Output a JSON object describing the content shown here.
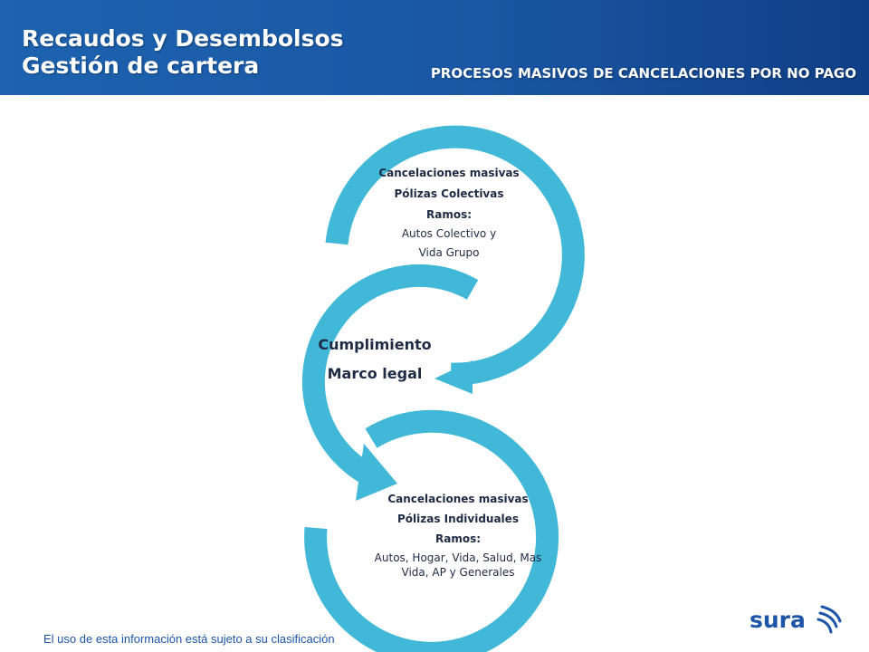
{
  "header": {
    "title_line1": "Recaudos y Desembolsos",
    "title_line2": "Gestión de cartera",
    "subtitle": "PROCESOS MASIVOS DE CANCELACIONES POR NO PAGO"
  },
  "diagram": {
    "top_block": {
      "line1": "Cancelaciones masivas",
      "line2": "Pólizas Colectivas",
      "line3": "Ramos:",
      "line4": "Autos Colectivo y",
      "line5": "Vida Grupo"
    },
    "middle_block": {
      "line1": "Cumplimiento",
      "line2": "Marco legal"
    },
    "bottom_block": {
      "line1": "Cancelaciones masivas",
      "line2": "Pólizas Individuales",
      "line3": "Ramos:",
      "line4": "Autos, Hogar,  Vida, Salud, Mas",
      "line5": "Vida, AP y Generales"
    }
  },
  "footer": {
    "note": "El uso de esta información está sujeto a su clasificación"
  },
  "logo": {
    "text": "sura"
  },
  "colors": {
    "header_blue": "#1a57a4",
    "arc_cyan": "#41b8d7",
    "text_navy": "#1f2a44",
    "brand_blue": "#1d56a8"
  }
}
